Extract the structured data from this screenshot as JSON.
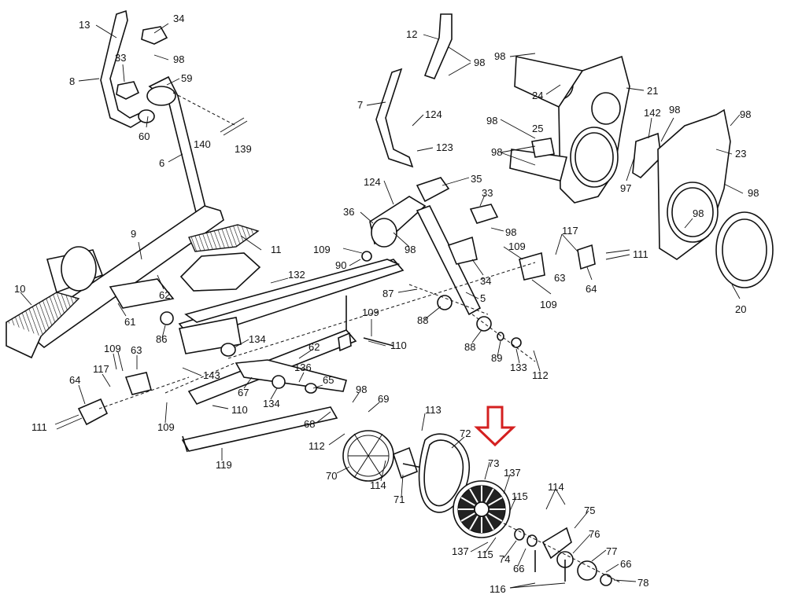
{
  "highlight": {
    "target": "73",
    "arrow_color": "#d42020"
  },
  "labels": {
    "p13": "13",
    "p34": "34",
    "p98a": "98",
    "p33a": "33",
    "p8": "8",
    "p59": "59",
    "p60": "60",
    "p140": "140",
    "p139": "139",
    "p6": "6",
    "p12": "12",
    "p98b": "98",
    "p7": "7",
    "p124a": "124",
    "p123": "123",
    "p98c": "98",
    "p21": "21",
    "p24": "24",
    "p98d": "98",
    "p25": "25",
    "p98e": "98",
    "p142": "142",
    "p98f": "98",
    "p98g": "98",
    "p23": "23",
    "p97": "97",
    "p98h": "98",
    "p98i": "98",
    "p35": "35",
    "p124b": "124",
    "p36": "36",
    "p33b": "33",
    "p98j": "98",
    "p98k": "98",
    "p117a": "117",
    "p109a": "109",
    "p111a": "111",
    "p90": "90",
    "p109b": "109",
    "p34b": "34",
    "p63a": "63",
    "p64a": "64",
    "p109c": "109",
    "p20": "20",
    "p9": "9",
    "p11": "11",
    "p132": "132",
    "p10": "10",
    "p62a": "62",
    "p87": "87",
    "p5": "5",
    "p61": "61",
    "p86": "86",
    "p109d": "109",
    "p88a": "88",
    "p88b": "88",
    "p89": "89",
    "p133": "133",
    "p112a": "112",
    "p110a": "110",
    "p134a": "134",
    "p62b": "62",
    "p109e": "109",
    "p63b": "63",
    "p117b": "117",
    "p143": "143",
    "p136": "136",
    "p65": "65",
    "p64b": "64",
    "p67": "67",
    "p134b": "134",
    "p98l": "98",
    "p69": "69",
    "p111b": "111",
    "p109f": "109",
    "p110b": "110",
    "p68": "68",
    "p113": "113",
    "p72": "72",
    "p73": "73",
    "p112b": "112",
    "p119": "119",
    "p70": "70",
    "p114a": "114",
    "p71": "71",
    "p137a": "137",
    "p115a": "115",
    "p114b": "114",
    "p75": "75",
    "p137b": "137",
    "p115b": "115",
    "p74": "74",
    "p76": "76",
    "p66a": "66",
    "p77": "77",
    "p66b": "66",
    "p116": "116",
    "p78": "78"
  }
}
